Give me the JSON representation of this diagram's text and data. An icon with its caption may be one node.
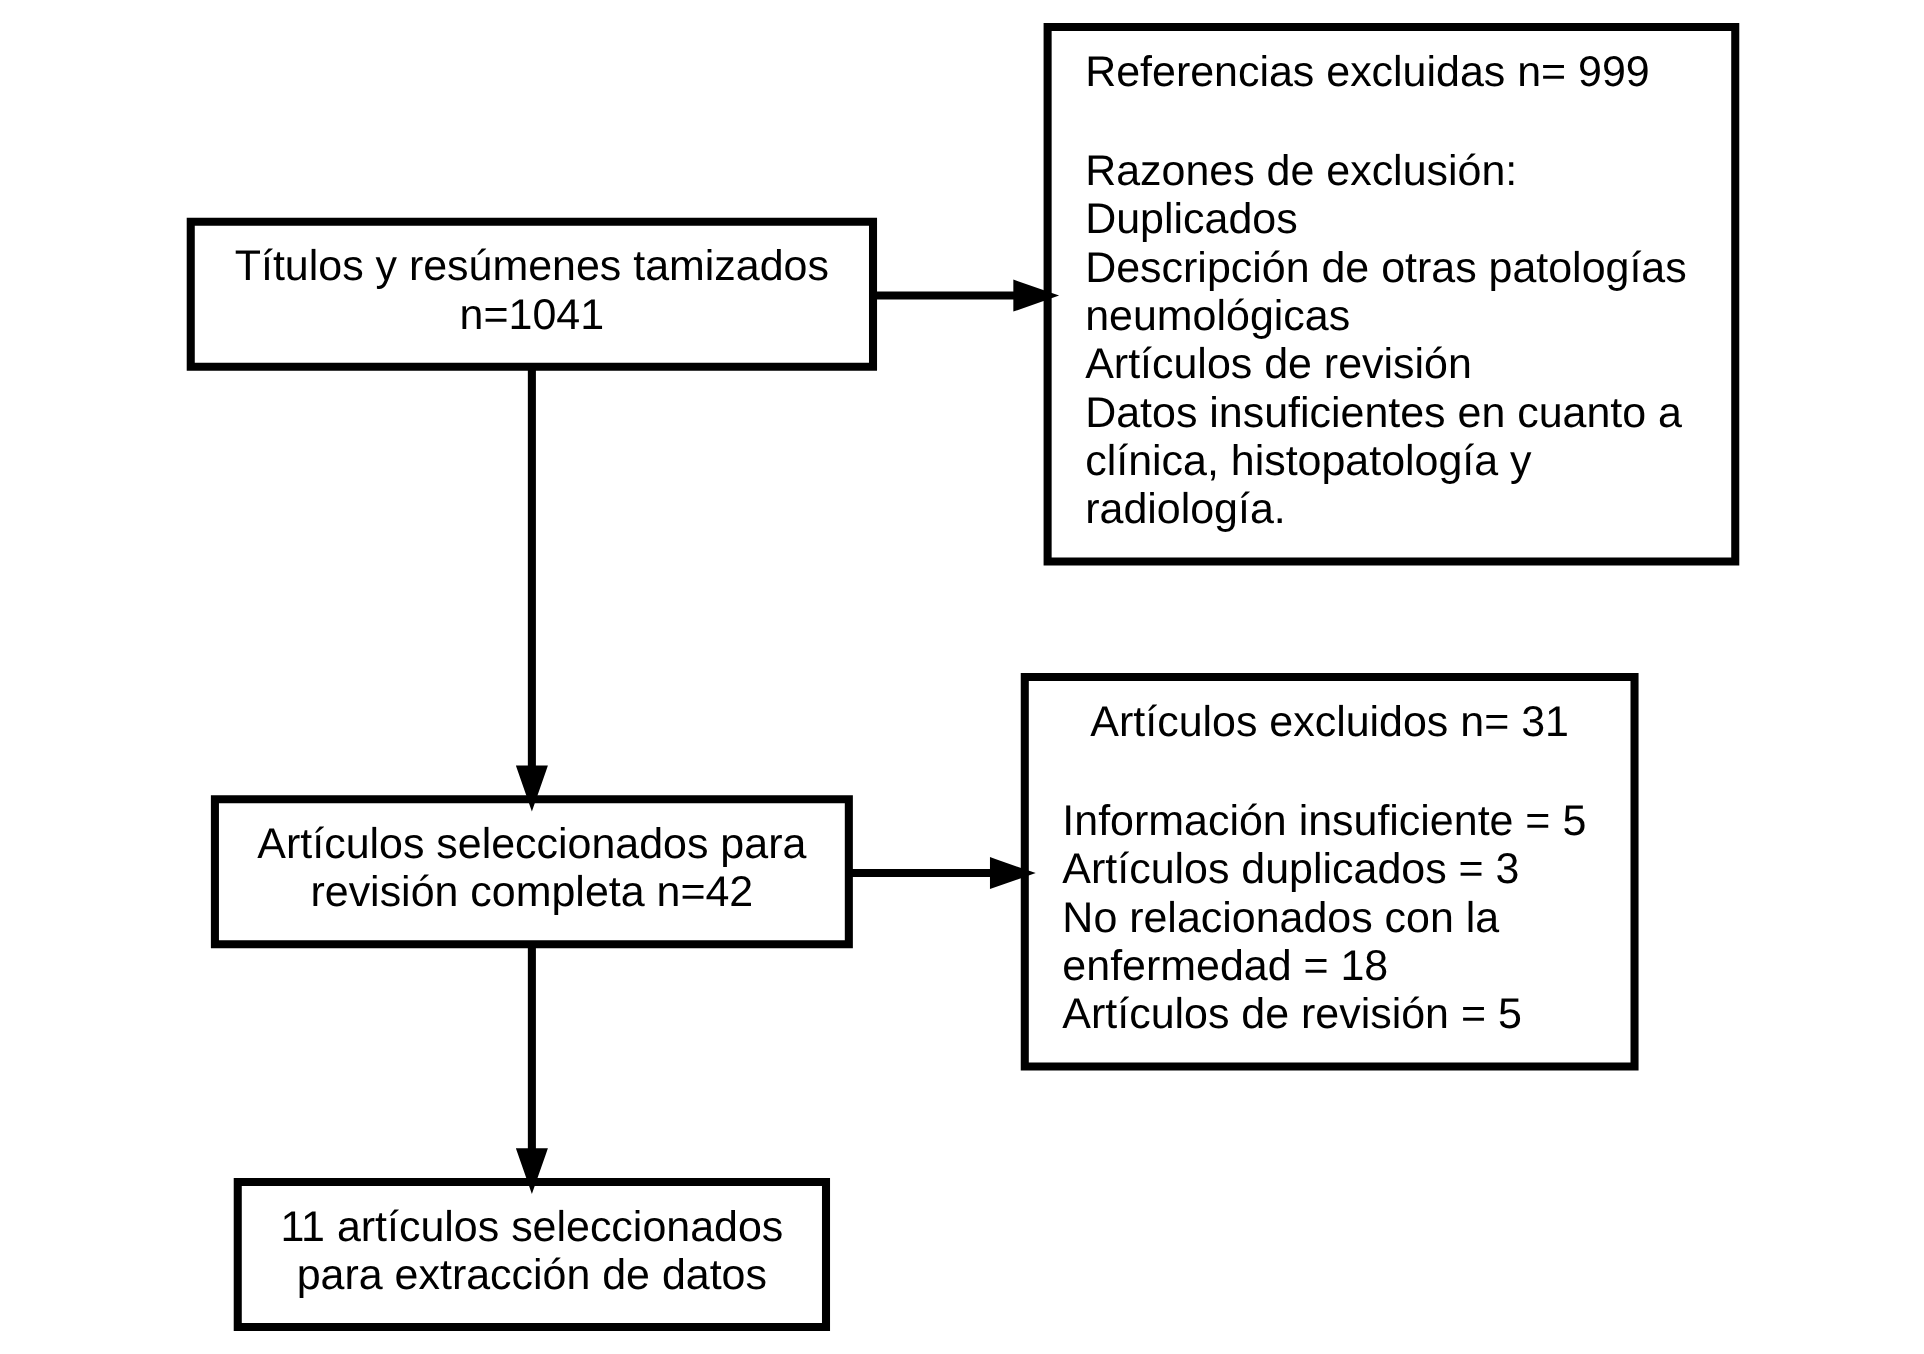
{
  "diagram": {
    "nodes": [
      {
        "text": [
          "Títulos y resúmenes tamizados n=1041"
        ]
      },
      {
        "text": [
          "Referencias excluidas n= 999",
          "Razones de exclusión:",
          "Duplicados",
          "Descripción de otras patologías neumológicas",
          "Artículos de revisión",
          "Datos insuficientes en cuanto a clínica, histopatología y radiología."
        ]
      },
      {
        "text": [
          "Artículos seleccionados para revisión completa n=42"
        ]
      },
      {
        "text": [
          "Artículos excluidos n= 31",
          "Información insuficiente = 5",
          "Artículos duplicados = 3",
          "No relacionados con la enfermedad = 18",
          "Artículos de revisión = 5"
        ]
      },
      {
        "text": [
          "11 artículos seleccionados para extracción de datos"
        ]
      }
    ],
    "edges": [
      {
        "from": 0,
        "to": 2,
        "arrow": "to"
      },
      {
        "from": 0,
        "to": 1,
        "arrow": "to"
      },
      {
        "from": 2,
        "to": 4,
        "arrow": "to"
      },
      {
        "from": 2,
        "to": 3,
        "arrow": "to"
      }
    ]
  }
}
